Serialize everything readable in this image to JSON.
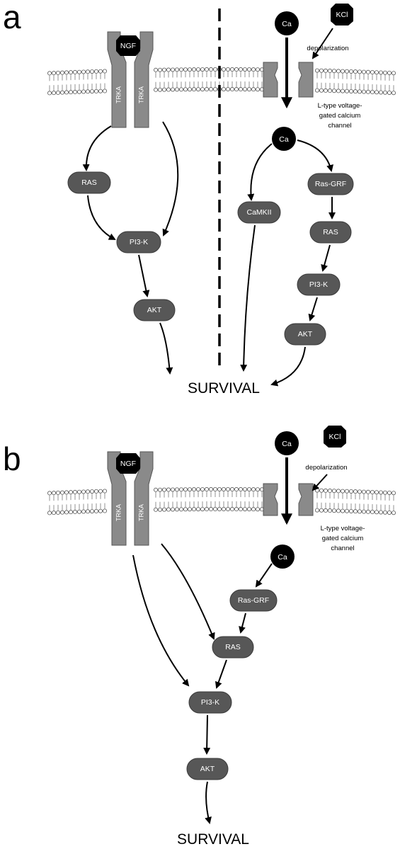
{
  "panels": [
    {
      "letter": "a",
      "ngf": "NGF",
      "trka": "TRKA",
      "ca": "Ca",
      "kcl": "KCl",
      "depolarization": "depolarization",
      "channel_label": [
        "L-type voltage-",
        "gated calcium",
        "channel"
      ],
      "left_path": [
        "RAS",
        "PI3-K",
        "AKT"
      ],
      "right_path": [
        "CaMKII",
        "Ras-GRF",
        "RAS",
        "PI3-K",
        "AKT"
      ],
      "outcome": "SURVIVAL"
    },
    {
      "letter": "b",
      "ngf": "NGF",
      "trka": "TRKA",
      "ca": "Ca",
      "kcl": "KCl",
      "depolarization": "depolarization",
      "channel_label": [
        "L-type voltage-",
        "gated calcium",
        "channel"
      ],
      "path": [
        "Ras-GRF",
        "RAS",
        "PI3-K",
        "AKT"
      ],
      "outcome": "SURVIVAL"
    }
  ],
  "colors": {
    "node": "#575757",
    "receptor": "#8a8a8a",
    "membrane": "#dcdcdc",
    "black": "#000000"
  }
}
